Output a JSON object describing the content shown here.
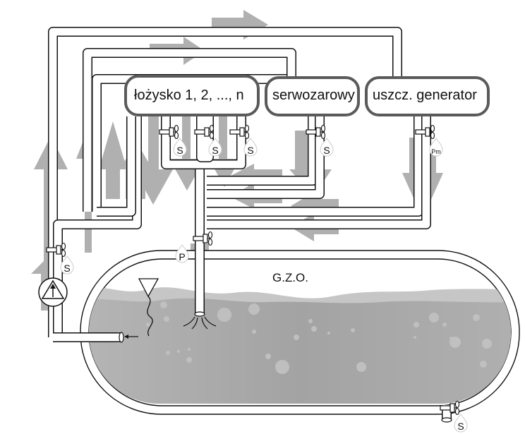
{
  "diagram": {
    "title": "Lubrication oil system schematic",
    "consumers": [
      {
        "label": "łożysko 1, 2, ..., n",
        "valves": [
          "S",
          "S",
          "S"
        ]
      },
      {
        "label": "serwozarowy",
        "valves": [
          "S"
        ]
      },
      {
        "label": "uszcz. generator",
        "valves": [
          "Pm"
        ]
      }
    ],
    "tank": {
      "label": "G.Z.O.",
      "drain_valve": "S"
    },
    "return_valve": {
      "label": "P"
    },
    "pump_valve": {
      "label": "S"
    },
    "colors": {
      "flow_arrow": "#b0b0b0",
      "oil_dark": "#a6a6a6",
      "oil_light": "#c4c4c4",
      "box_border": "#5a5a5a"
    }
  }
}
